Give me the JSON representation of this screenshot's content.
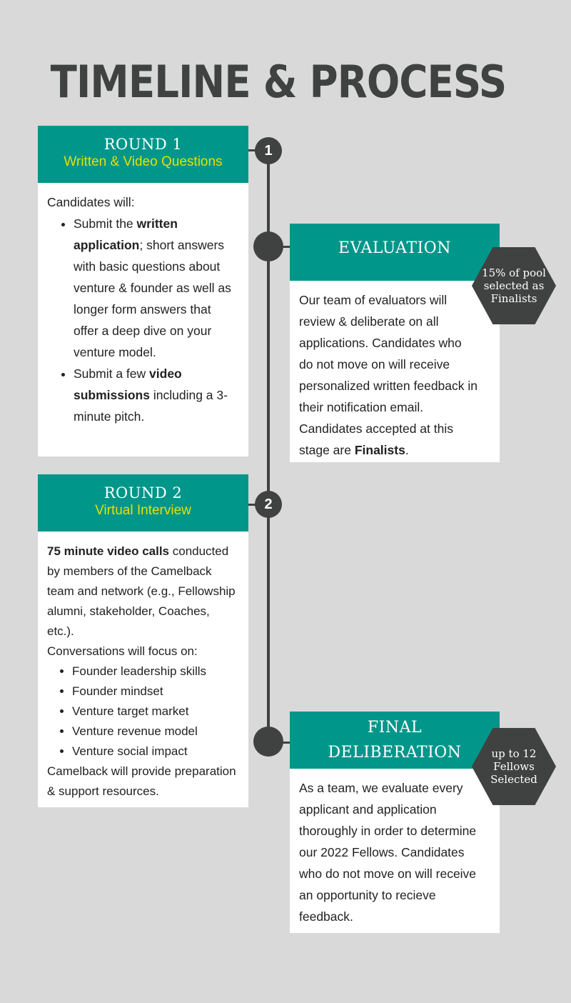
{
  "title": "TIMELINE & PROCESS",
  "round1": {
    "heading": "ROUND 1",
    "subheading": "Written & Video Questions",
    "number": "1",
    "intro": "Candidates will:",
    "bullet1_pre": "Submit the ",
    "bullet1_bold": "written application",
    "bullet1_post": "; short answers with basic questions about venture & founder as well as longer form answers that offer a deep dive on your venture model.",
    "bullet2_pre": "Submit a few ",
    "bullet2_bold": "video submissions",
    "bullet2_post": " including a 3-minute pitch."
  },
  "evaluation": {
    "heading": "EVALUATION",
    "body_pre": "Our team of evaluators will review & deliberate on all applications. Candidates who do not move on will receive personalized written feedback in their notification email. Candidates accepted at this stage are ",
    "body_bold": "Finalists",
    "body_post": ".",
    "badge": "15% of pool selected as Finalists"
  },
  "round2": {
    "heading": "ROUND 2",
    "subheading": "Virtual Interview",
    "number": "2",
    "intro_bold": "75 minute video calls",
    "intro_post": " conducted by members of the Camelback team and network (e.g., Fellowship alumni, stakeholder, Coaches, etc.).",
    "focus": "Conversations will focus on:",
    "items": [
      "Founder leadership skills",
      "Founder mindset",
      "Venture target market",
      "Venture revenue model",
      "Venture social impact"
    ],
    "closing": "Camelback will provide preparation & support resources."
  },
  "final": {
    "heading_line1": "FINAL",
    "heading_line2": "DELIBERATION",
    "body": "As a team, we evaluate every applicant and application thoroughly in order to determine our 2022 Fellows. Candidates who do not move on will receive an opportunity to recieve feedback.",
    "badge": "up to 12 Fellows Selected"
  },
  "colors": {
    "teal": "#00968a",
    "dark": "#3f4241",
    "yellow": "#e8e000",
    "background": "#d9d9d9"
  }
}
